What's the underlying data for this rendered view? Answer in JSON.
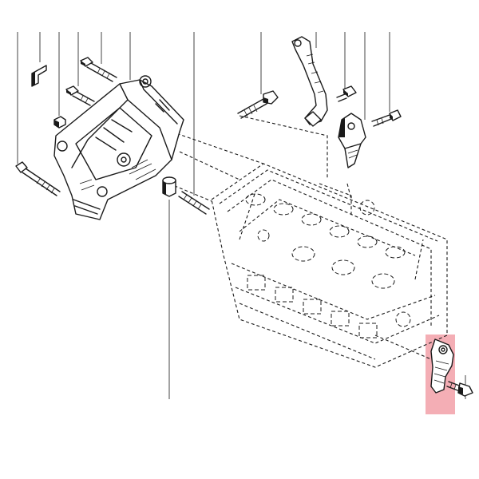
{
  "diagram": {
    "highlight_color": "#f2a0a8",
    "line_color": "#1a1a1a",
    "background": "#ffffff"
  },
  "parts": [
    {
      "id": "p1",
      "name": "long-bolt-left"
    },
    {
      "id": "p2",
      "name": "z-bracket-clip"
    },
    {
      "id": "p3",
      "name": "nut-small"
    },
    {
      "id": "p4",
      "name": "bolt-upper"
    },
    {
      "id": "p5",
      "name": "bolt-middle"
    },
    {
      "id": "p6",
      "name": "accessory-bracket"
    },
    {
      "id": "p7",
      "name": "spacer-sleeve"
    },
    {
      "id": "p8",
      "name": "stud-bolt"
    },
    {
      "id": "p9",
      "name": "stud-threaded"
    },
    {
      "id": "p10",
      "name": "lifting-eye"
    },
    {
      "id": "p11",
      "name": "bolt-small-right"
    },
    {
      "id": "p12",
      "name": "sensor-bracket"
    },
    {
      "id": "p13",
      "name": "bolt-far-right"
    },
    {
      "id": "p14",
      "name": "highlighted-bracket"
    },
    {
      "id": "p15",
      "name": "bracket-bolt"
    }
  ]
}
